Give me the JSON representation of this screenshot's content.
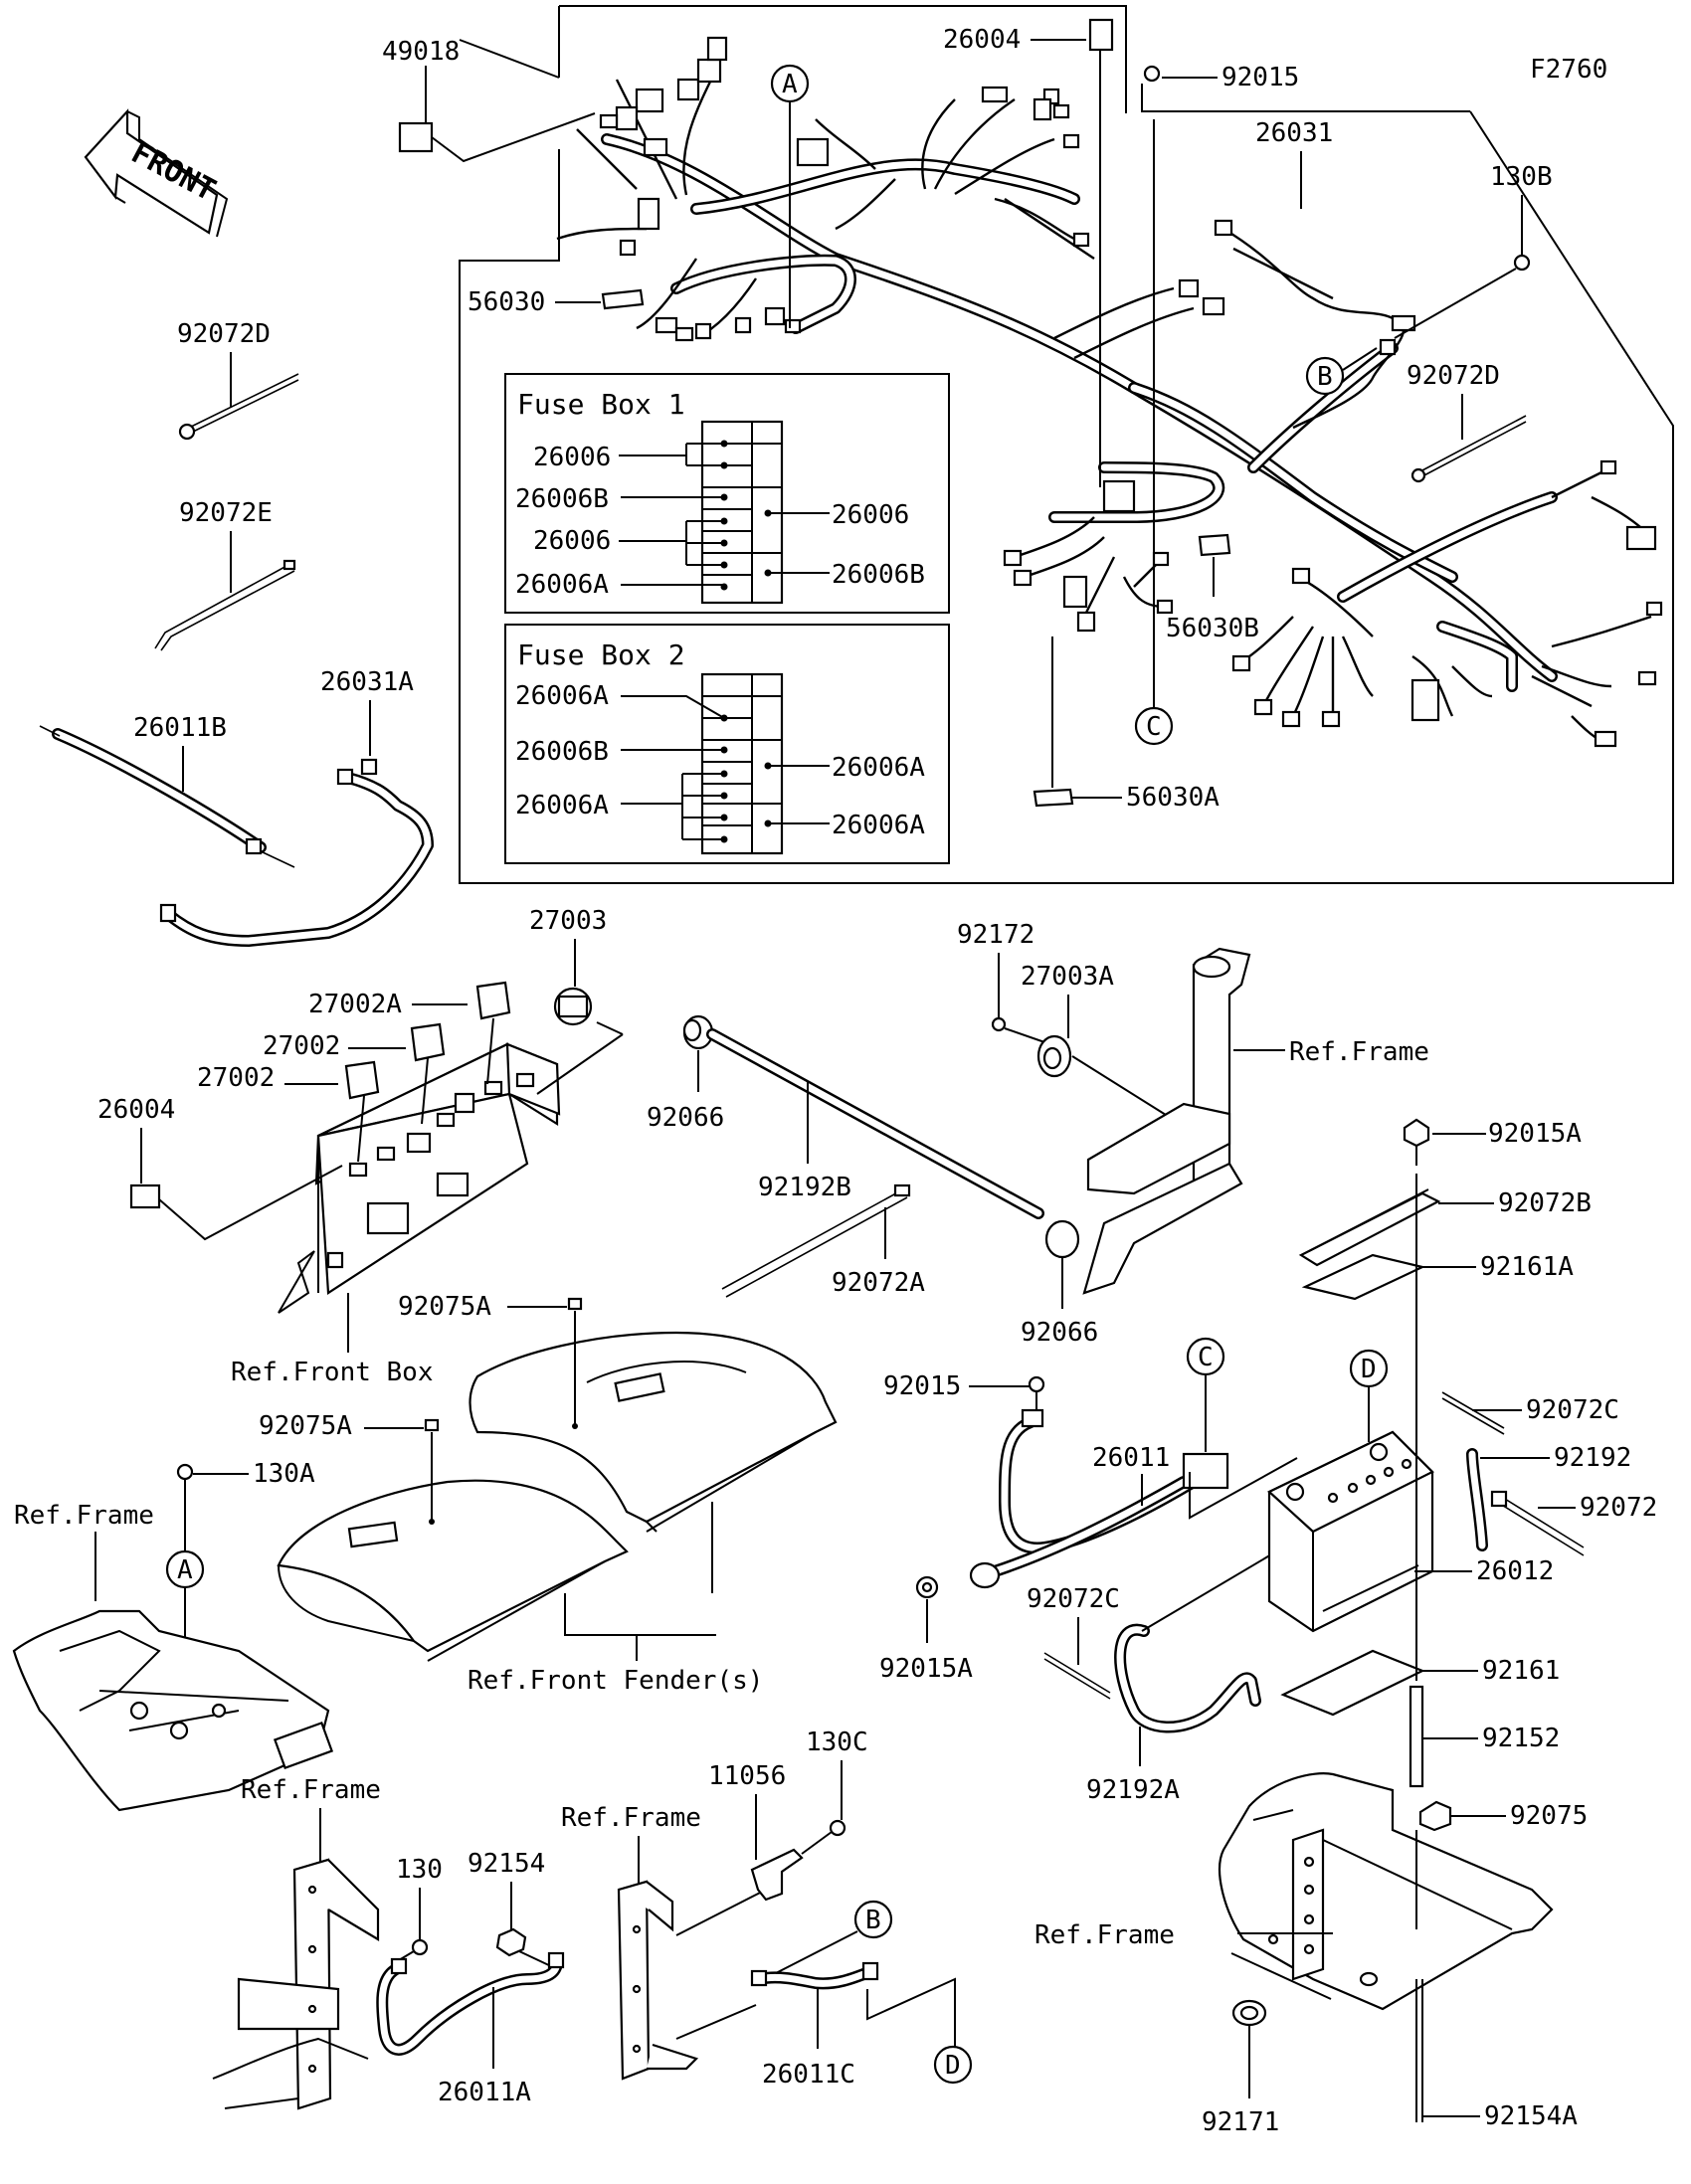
{
  "diagram_code": "F2760",
  "front_label": "FRONT",
  "fuse_box_1": {
    "title": "Fuse Box 1",
    "left_labels": [
      "26006",
      "26006B",
      "26006",
      "26006A"
    ],
    "right_labels": [
      "26006",
      "26006B"
    ]
  },
  "fuse_box_2": {
    "title": "Fuse Box 2",
    "left_labels": [
      "26006A",
      "26006B",
      "26006A"
    ],
    "right_labels": [
      "26006A",
      "26006A"
    ]
  },
  "callouts": {
    "A": "A",
    "B": "B",
    "C": "C",
    "D": "D"
  },
  "parts": {
    "p49018": "49018",
    "p26004_top": "26004",
    "p92015_top": "92015",
    "p26031": "26031",
    "p130B": "130B",
    "p92072D_right": "92072D",
    "p56030": "56030",
    "p56030B": "56030B",
    "p56030A": "56030A",
    "p92072D_left": "92072D",
    "p92072E": "92072E",
    "p26031A": "26031A",
    "p26011B": "26011B",
    "p27003": "27003",
    "p27002A": "27002A",
    "p27002_a": "27002",
    "p27002_b": "27002",
    "p26004_mid": "26004",
    "ref_front_box": "Ref.Front Box",
    "p92066_a": "92066",
    "p92192B": "92192B",
    "p92072A": "92072A",
    "p92066_b": "92066",
    "p92172": "92172",
    "p27003A": "27003A",
    "ref_frame_mid": "Ref.Frame",
    "p92075A_a": "92075A",
    "p92075A_b": "92075A",
    "p130A": "130A",
    "ref_frame_left": "Ref.Frame",
    "ref_front_fenders": "Ref.Front Fender(s)",
    "p92015": "92015",
    "p26011": "26011",
    "p92015A_left": "92015A",
    "p92072C_a": "92072C",
    "p92192A": "92192A",
    "p92015A_right": "92015A",
    "p92072B": "92072B",
    "p92161A": "92161A",
    "p92072C_b": "92072C",
    "p92192": "92192",
    "p92072": "92072",
    "p26012": "26012",
    "p92161": "92161",
    "p92152": "92152",
    "p92075": "92075",
    "ref_frame_battery": "Ref.Frame",
    "p92171": "92171",
    "p92154A": "92154A",
    "ref_frame_bl": "Ref.Frame",
    "p130": "130",
    "p92154": "92154",
    "p26011A": "26011A",
    "ref_frame_bm": "Ref.Frame",
    "p11056": "11056",
    "p130C": "130C",
    "p26011C": "26011C"
  }
}
